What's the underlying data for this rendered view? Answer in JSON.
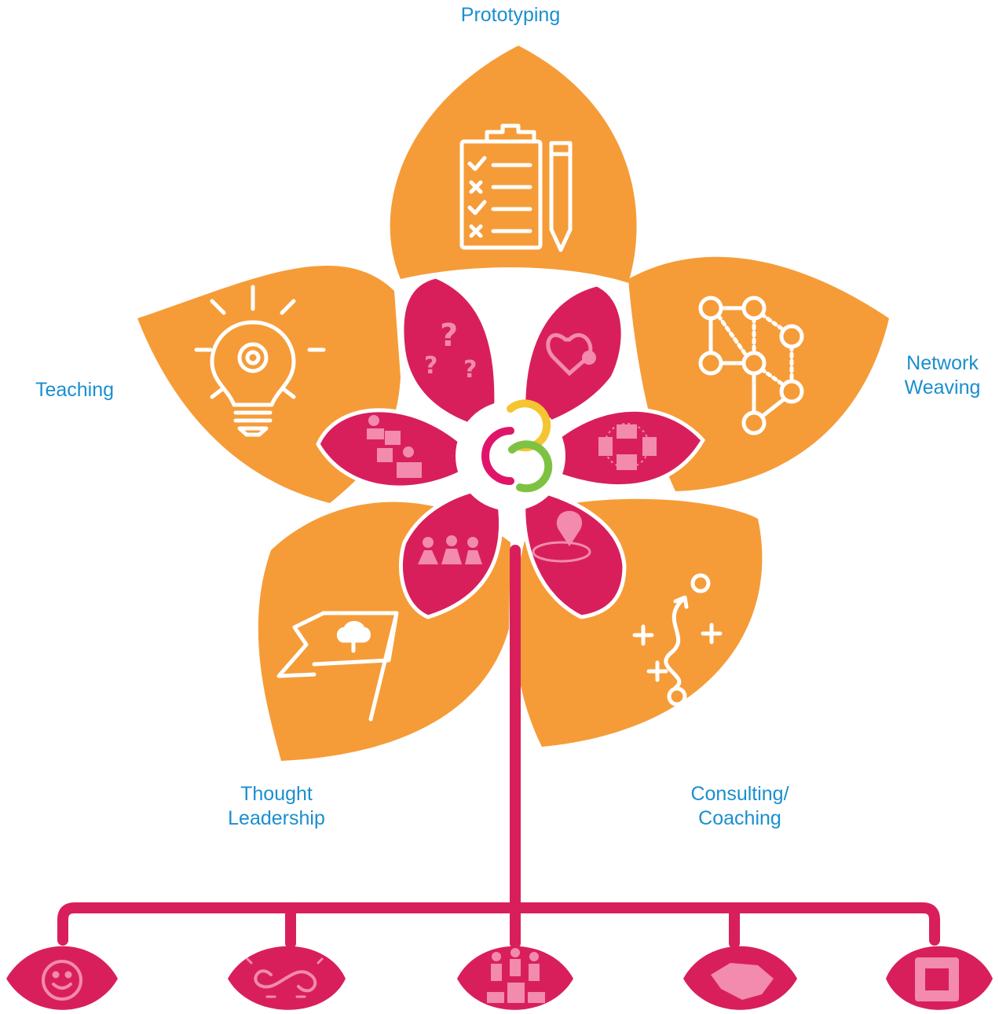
{
  "colors": {
    "outer_petal": "#F59C38",
    "inner_petal": "#D81F5C",
    "stem": "#D81F5C",
    "label_text": "#1A8FCE",
    "ring_magenta": "#E0156A",
    "ring_yellow": "#F5C531",
    "ring_green": "#7EC242",
    "icon_line": "#FFFFFF",
    "inner_icon": "#F28BAE"
  },
  "outer_petals": [
    {
      "name": "Prototyping",
      "label_lines": [
        "Prototyping"
      ],
      "icon": "clipboard-checklist-icon"
    },
    {
      "name": "Network Weaving",
      "label_lines": [
        "Network",
        "Weaving"
      ],
      "icon": "network-nodes-icon"
    },
    {
      "name": "Consulting/Coaching",
      "label_lines": [
        "Consulting/",
        "Coaching"
      ],
      "icon": "strategy-path-icon"
    },
    {
      "name": "Thought Leadership",
      "label_lines": [
        "Thought",
        "Leadership"
      ],
      "icon": "flag-cloud-icon"
    },
    {
      "name": "Teaching",
      "label_lines": [
        "Teaching"
      ],
      "icon": "lightbulb-gear-icon"
    }
  ],
  "inner_petals": [
    {
      "icon": "heart-gear-icon"
    },
    {
      "icon": "collaboration-circle-icon"
    },
    {
      "icon": "location-pin-icon"
    },
    {
      "icon": "people-group-icon"
    },
    {
      "icon": "puzzle-people-icon"
    },
    {
      "icon": "question-marks-icon"
    }
  ],
  "center": {
    "icon": "interlocking-rings-logo"
  },
  "root_leaves": [
    {
      "icon": "smiley-face-icon"
    },
    {
      "icon": "lightbulb-infinity-icon"
    },
    {
      "icon": "podium-people-icon"
    },
    {
      "icon": "handshake-icon"
    },
    {
      "icon": "hands-together-icon"
    }
  ]
}
